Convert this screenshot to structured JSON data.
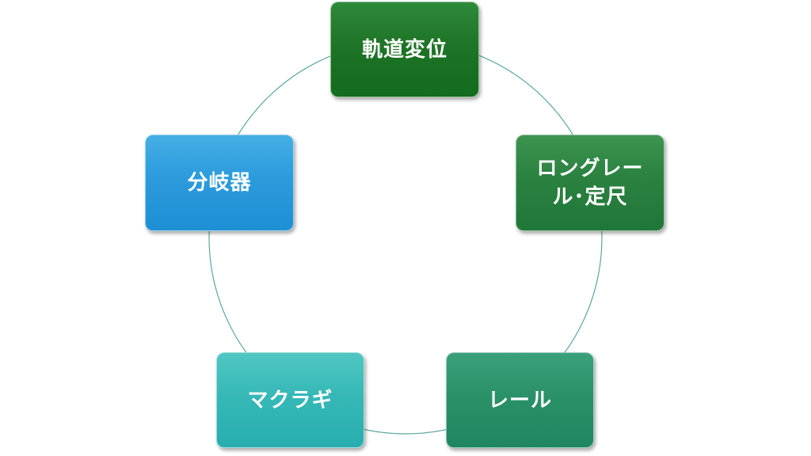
{
  "cycle": {
    "nodes": [
      {
        "label": "軌道変位"
      },
      {
        "label": "ロングレー\nル･定尺"
      },
      {
        "label": "レール"
      },
      {
        "label": "マクラギ"
      },
      {
        "label": "分岐器"
      }
    ]
  },
  "colors": {
    "ring": "#5aa6a0",
    "node_1": "#1e7427",
    "node_2": "#2b8240",
    "node_3": "#2a9168",
    "node_4": "#36b8b6",
    "node_5": "#2b9bdc"
  }
}
